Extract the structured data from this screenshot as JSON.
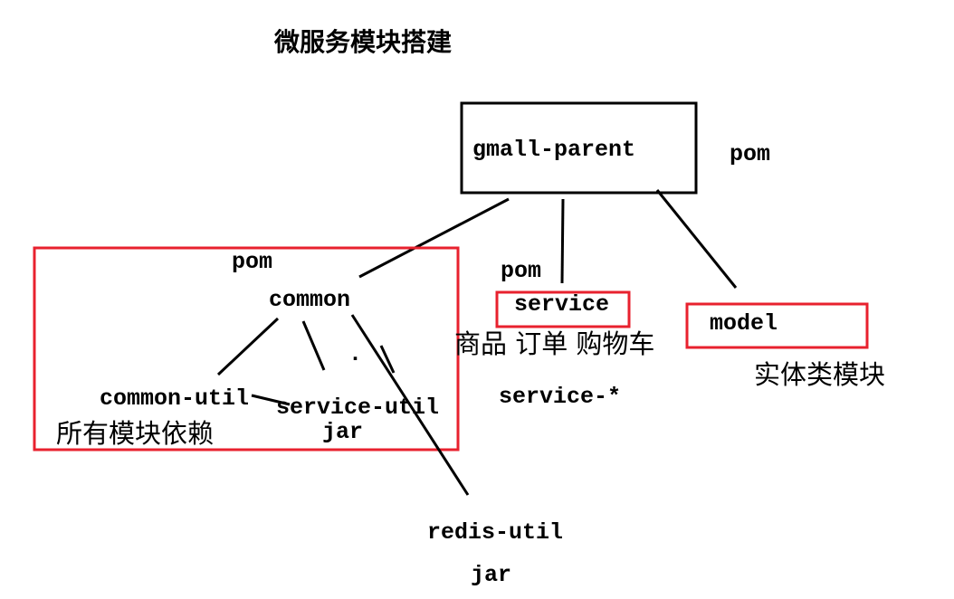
{
  "diagram": {
    "title": "微服务模块搭建",
    "nodes": {
      "parent": {
        "label": "gmall-parent",
        "packaging": "pom"
      },
      "common": {
        "label": "common",
        "packaging": "pom",
        "note": "所有模块依赖"
      },
      "common_util": {
        "label": "common-util"
      },
      "service_util": {
        "label": "service-util",
        "packaging": "jar"
      },
      "redis_util": {
        "label": "redis-util",
        "packaging": "jar"
      },
      "service": {
        "label": "service",
        "packaging": "pom",
        "note": "商品 订单 购物车",
        "children": "service-*"
      },
      "model": {
        "label": "model",
        "note": "实体类模块"
      }
    },
    "stray_mark": "."
  },
  "colors": {
    "highlight_border": "#e8212e",
    "line": "#000000",
    "text": "#000000"
  }
}
